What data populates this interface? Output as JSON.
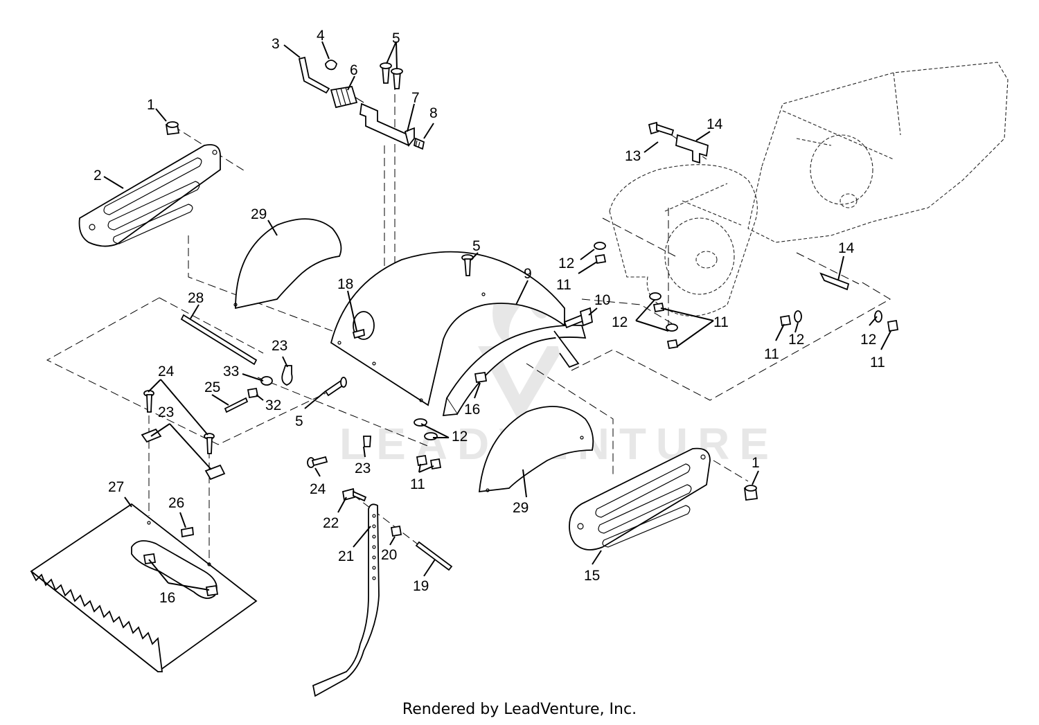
{
  "footer": {
    "credit": "Rendered by LeadVenture, Inc."
  },
  "watermark": {
    "text": "LEADVENTURE"
  },
  "callouts": [
    {
      "id": "c1a",
      "text": "1"
    },
    {
      "id": "c1b",
      "text": "1"
    },
    {
      "id": "c2",
      "text": "2"
    },
    {
      "id": "c3",
      "text": "3"
    },
    {
      "id": "c4",
      "text": "4"
    },
    {
      "id": "c5a",
      "text": "5"
    },
    {
      "id": "c5b",
      "text": "5"
    },
    {
      "id": "c5c",
      "text": "5"
    },
    {
      "id": "c6",
      "text": "6"
    },
    {
      "id": "c7",
      "text": "7"
    },
    {
      "id": "c8",
      "text": "8"
    },
    {
      "id": "c9",
      "text": "9"
    },
    {
      "id": "c10",
      "text": "10"
    },
    {
      "id": "c11a",
      "text": "11"
    },
    {
      "id": "c11b",
      "text": "11"
    },
    {
      "id": "c11c",
      "text": "11"
    },
    {
      "id": "c11d",
      "text": "11"
    },
    {
      "id": "c11e",
      "text": "11"
    },
    {
      "id": "c12a",
      "text": "12"
    },
    {
      "id": "c12b",
      "text": "12"
    },
    {
      "id": "c12c",
      "text": "12"
    },
    {
      "id": "c12d",
      "text": "12"
    },
    {
      "id": "c12e",
      "text": "12"
    },
    {
      "id": "c13",
      "text": "13"
    },
    {
      "id": "c14a",
      "text": "14"
    },
    {
      "id": "c14b",
      "text": "14"
    },
    {
      "id": "c15",
      "text": "15"
    },
    {
      "id": "c16a",
      "text": "16"
    },
    {
      "id": "c16b",
      "text": "16"
    },
    {
      "id": "c18",
      "text": "18"
    },
    {
      "id": "c19",
      "text": "19"
    },
    {
      "id": "c20",
      "text": "20"
    },
    {
      "id": "c21",
      "text": "21"
    },
    {
      "id": "c22",
      "text": "22"
    },
    {
      "id": "c23a",
      "text": "23"
    },
    {
      "id": "c23b",
      "text": "23"
    },
    {
      "id": "c23c",
      "text": "23"
    },
    {
      "id": "c24a",
      "text": "24"
    },
    {
      "id": "c24b",
      "text": "24"
    },
    {
      "id": "c25",
      "text": "25"
    },
    {
      "id": "c26",
      "text": "26"
    },
    {
      "id": "c27",
      "text": "27"
    },
    {
      "id": "c28",
      "text": "28"
    },
    {
      "id": "c29a",
      "text": "29"
    },
    {
      "id": "c29b",
      "text": "29"
    },
    {
      "id": "c32",
      "text": "32"
    },
    {
      "id": "c33",
      "text": "33"
    }
  ]
}
